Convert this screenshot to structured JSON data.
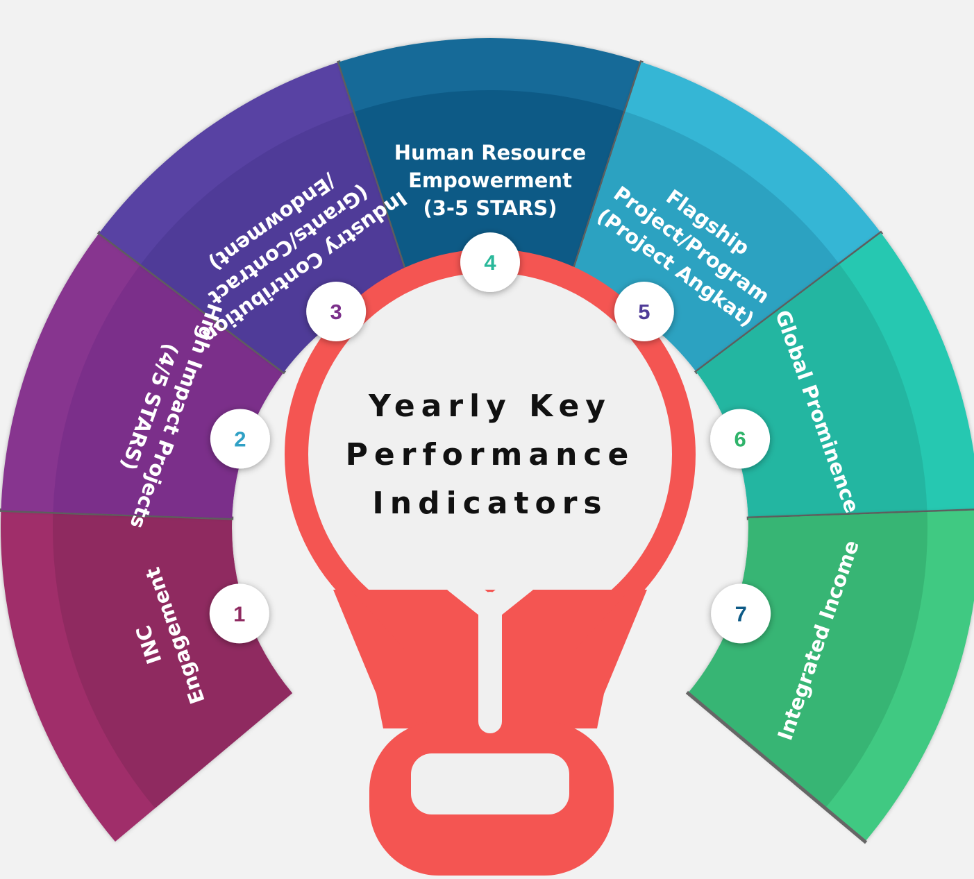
{
  "diagram": {
    "title_lines": [
      "Yearly Key",
      "Performance",
      "Indicators"
    ],
    "colors": {
      "background": "#f2f2f2",
      "bulb": "#f45552",
      "bulb_inner": "#f0f0f0",
      "title": "#111111",
      "badge_bg": "#ffffff"
    },
    "segments": [
      {
        "number": "1",
        "lines": [
          "INC",
          "Engagement"
        ],
        "color": "#8f2a60",
        "color_outer": "#a02e6a",
        "badge_color": "#8f2a60"
      },
      {
        "number": "2",
        "lines": [
          "High Impact Projects",
          "(4/5 STARS)"
        ],
        "color": "#7b2f8a",
        "color_outer": "#87358f",
        "badge_color": "#2fa0c5"
      },
      {
        "number": "3",
        "lines": [
          "Industry Contribution",
          "(Grants/Contract",
          "/Endowment)"
        ],
        "color": "#4f3b98",
        "color_outer": "#5842a3",
        "badge_color": "#7b2f8a"
      },
      {
        "number": "4",
        "lines": [
          "Human Resource",
          "Empowerment",
          "(3-5 STARS)"
        ],
        "color": "#0d5a86",
        "color_outer": "#136b98",
        "badge_color": "#2ab89a"
      },
      {
        "number": "5",
        "lines": [
          "Flagship",
          "Project/Program",
          "(Project Angkat)"
        ],
        "color": "#2ca2c1",
        "color_outer": "#36b6d5",
        "badge_color": "#4f3b98"
      },
      {
        "number": "6",
        "lines": [
          "Global Prominence"
        ],
        "color": "#23b6a1",
        "color_outer": "#28c8b1",
        "badge_color": "#2fb36a"
      },
      {
        "number": "7",
        "lines": [
          "Integrated Income"
        ],
        "color": "#37b574",
        "color_outer": "#3fc982",
        "badge_color": "#0d5a86"
      }
    ]
  }
}
